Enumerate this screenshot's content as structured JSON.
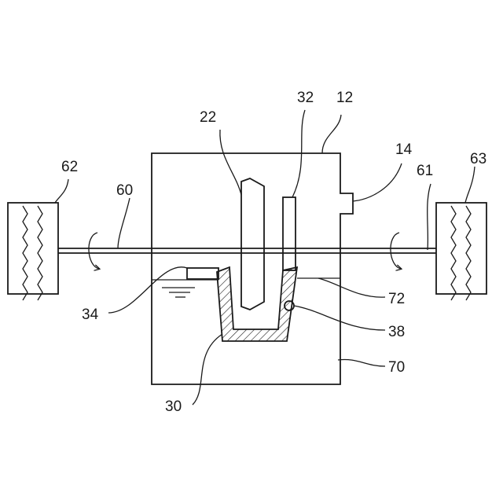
{
  "figure": {
    "labels": {
      "housing": "12",
      "vent": "14",
      "rotor_disc": "22",
      "tray": "30",
      "tray_wall": "32",
      "float_block": "34",
      "pivot": "38",
      "shaft_left": "60",
      "shaft_right": "61",
      "wheel_left": "62",
      "wheel_right": "63",
      "fluid_chamber": "70",
      "fluid_level": "72"
    }
  }
}
